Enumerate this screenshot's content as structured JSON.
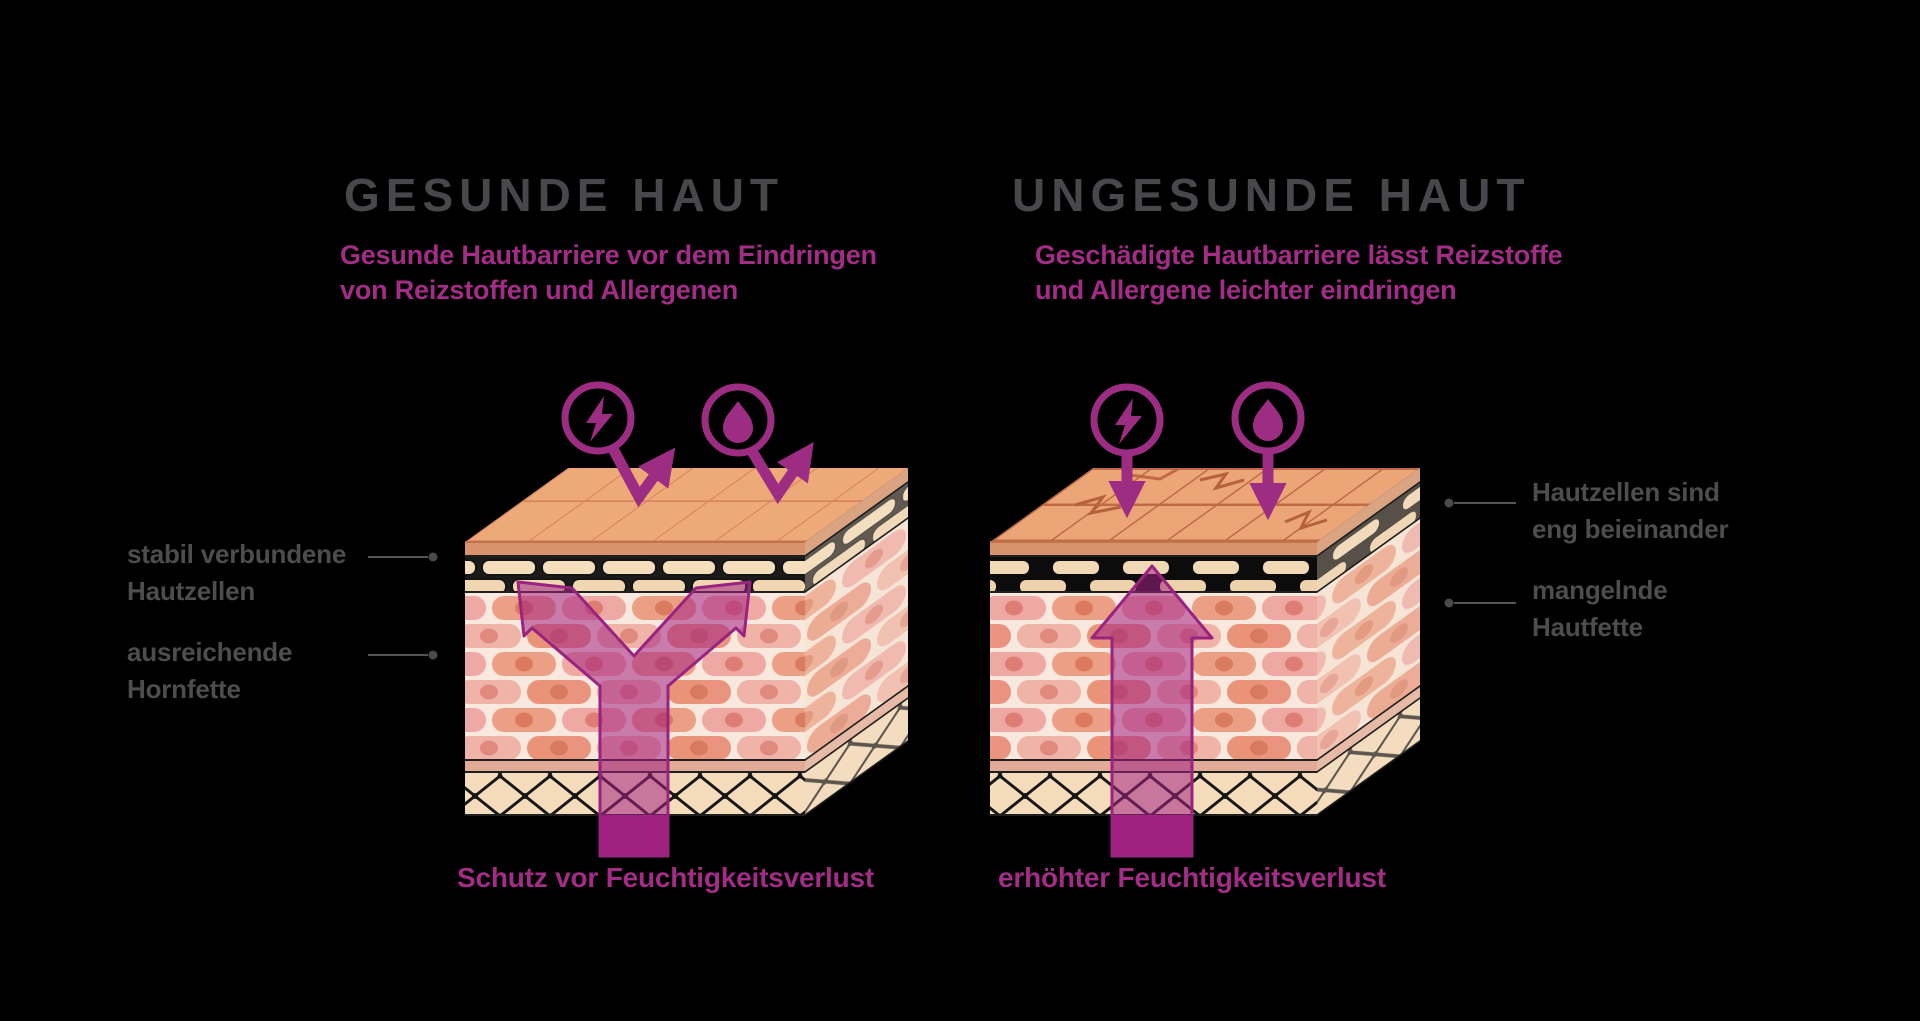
{
  "figure": {
    "background": "#000000",
    "description": "comparison of healthy and unhealthy skin barrier (cross-section blocks)"
  },
  "colors": {
    "magenta": "#9c2d82",
    "magenta_text": "#a22c86",
    "title_gray": "#47474c",
    "label_gray": "#4d4d4d",
    "arrow_fill": "rgba(163,34,131,0.55)",
    "arrow_solid": "#9e1f7c",
    "skin_top": "#edaa78",
    "skin_cell_pink": "#efa9a4"
  },
  "healthy": {
    "title": "GESUNDE HAUT",
    "subtitle_line1": "Gesunde Hautbarriere vor dem Eindringen",
    "subtitle_line2": "von Reizstoffen und Allergenen",
    "label_cells_line1": "stabil verbundene",
    "label_cells_line2": "Hautzellen",
    "label_fats_line1": "ausreichende",
    "label_fats_line2": "Hornfette",
    "caption": "Schutz vor Feuchtigkeitsverlust",
    "icons": [
      "lightning",
      "droplet"
    ]
  },
  "unhealthy": {
    "title": "UNGESUNDE HAUT",
    "subtitle_line1": "Geschädigte Hautbarriere lässt Reizstoffe",
    "subtitle_line2": "und Allergene leichter eindringen",
    "label_cells_line1": "Hautzellen sind",
    "label_cells_line2": "eng beieinander",
    "label_fats_line1": "mangelnde",
    "label_fats_line2": "Hautfette",
    "caption": "erhöhter Feuchtigkeitsverlust",
    "icons": [
      "lightning",
      "droplet"
    ]
  }
}
